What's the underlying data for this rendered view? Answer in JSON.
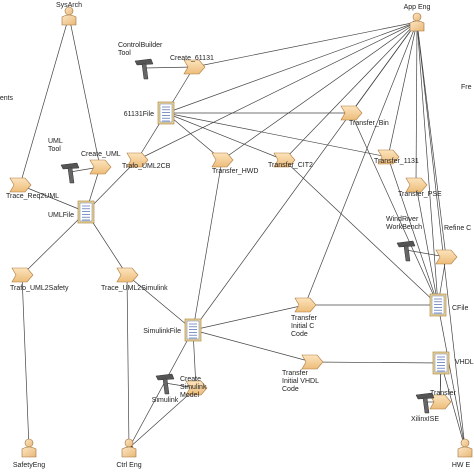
{
  "roles": {
    "sys_arch": "SysArch",
    "app_eng": "App Eng",
    "safety_eng": "SafetyEng",
    "ctrl_eng": "Ctrl Eng",
    "hw_eng": "HW E",
    "fre": "Fre",
    "ments": "ments"
  },
  "tools": {
    "controlbuilder": "ControlBuilder\nTool",
    "uml": "UML\nTool",
    "windriver": "WindRiver\nWorkBench",
    "simulink": "Simulink",
    "xilinx": "XilinxISE"
  },
  "artifacts": {
    "f61131": "61131File",
    "uml": "UMLFile",
    "simulink": "SimulinkFile",
    "cfile": "CFile",
    "vhdl": "VHDLF"
  },
  "tasks": {
    "create_61131": "Create_61131",
    "create_uml": "Create_UML",
    "trafo_uml2cb": "Trafo_UML2CB",
    "trace_req2uml": "Trace_Req2UML",
    "transfer_bin": "Transfer_Bin",
    "transfer_hwd": "Transfer_HWD",
    "transfer_cit2": "Transfer_CIT2",
    "transfer_1131": "Transfer_1131",
    "transfer_pse": "Transfer_PSE",
    "refine_c": "Refine C",
    "trafo_uml2safety": "Trafo_UML2Safety",
    "trace_uml2simulink": "Trace_UML2Simulink",
    "transfer_initial_c": "Transfer\nInitial C\nCode",
    "transfer_initial_vhdl": "Transfer\nInitial VHDL\nCode",
    "create_simulink": "Create\nSimulink\nModel",
    "transfer": "Transfer"
  }
}
